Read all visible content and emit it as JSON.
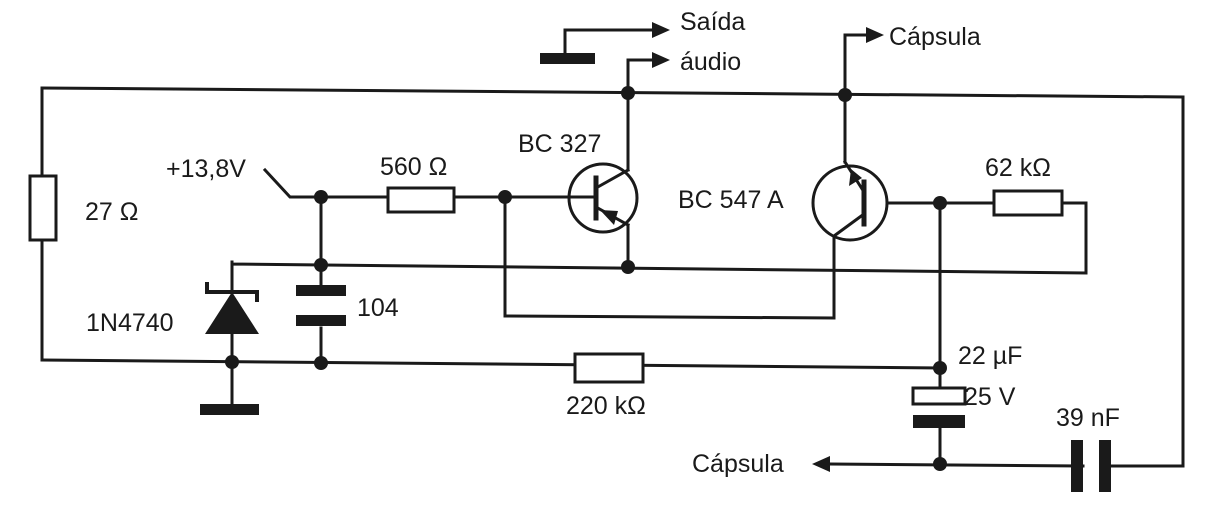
{
  "labels": {
    "saida": "Saída",
    "audio": "áudio",
    "capsula_top": "Cápsula",
    "capsula_bottom": "Cápsula",
    "bc327": "BC 327",
    "bc547": "BC 547 A",
    "r27": "27 Ω",
    "r560": "560 Ω",
    "r62k": "62 kΩ",
    "r220k": "220 kΩ",
    "vcc": "+13,8V",
    "zener": "1N4740",
    "c104": "104",
    "c22u": "22 µF",
    "c25v": "25 V",
    "c39n": "39 nF"
  }
}
